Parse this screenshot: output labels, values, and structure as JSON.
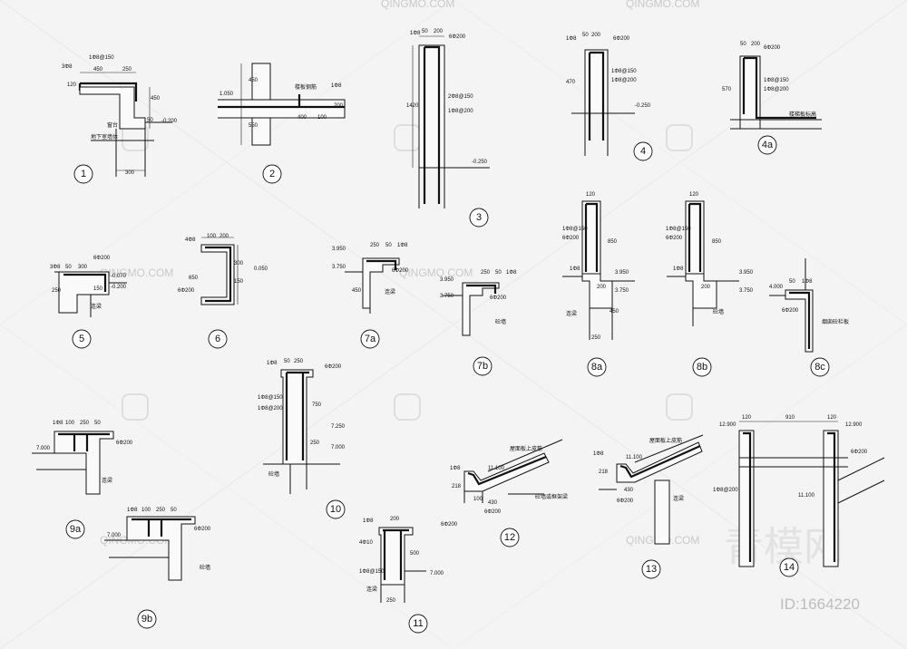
{
  "sheet": {
    "id_label": "ID:1664220",
    "watermark": "QINGMO.COM",
    "logo_text": "青模网"
  },
  "details": [
    {
      "id": "1",
      "label": "1",
      "notes": [
        "1Φ8@150",
        "3Φ8",
        "450",
        "250",
        "120",
        "450",
        "50",
        "窗台",
        "-0.200",
        "地下室墙体",
        "300"
      ]
    },
    {
      "id": "2",
      "label": "2",
      "notes": [
        "1.050",
        "楼板钢筋",
        "1Φ8",
        "450",
        "550",
        "400",
        "100",
        "200"
      ]
    },
    {
      "id": "3",
      "label": "3",
      "notes": [
        "1Φ8",
        "50",
        "200",
        "6Φ200",
        "1420",
        "2Φ8@150",
        "1Φ8@200",
        "-0.250"
      ]
    },
    {
      "id": "4",
      "label": "4",
      "notes": [
        "1Φ8",
        "50",
        "200",
        "6Φ200",
        "470",
        "1Φ8@150",
        "1Φ8@200",
        "-0.250"
      ]
    },
    {
      "id": "4a",
      "label": "4a",
      "notes": [
        "50",
        "200",
        "6Φ200",
        "570",
        "1Φ8@150",
        "1Φ8@200",
        "楼梯板标高"
      ]
    },
    {
      "id": "5",
      "label": "5",
      "notes": [
        "3Φ8",
        "6Φ200",
        "50",
        "300",
        "250",
        "150",
        "-0.070",
        "-0.200",
        "连梁"
      ]
    },
    {
      "id": "6",
      "label": "6",
      "notes": [
        "4Φ8",
        "100",
        "200",
        "6Φ200",
        "300",
        "150",
        "650",
        "0.050"
      ]
    },
    {
      "id": "7a",
      "label": "7a",
      "notes": [
        "3.950",
        "3.750",
        "250",
        "50",
        "1Φ8",
        "6Φ200",
        "450",
        "连梁"
      ]
    },
    {
      "id": "7b",
      "label": "7b",
      "notes": [
        "3.950",
        "3.750",
        "250",
        "50",
        "1Φ8",
        "6Φ200",
        "砼墙"
      ]
    },
    {
      "id": "8a",
      "label": "8a",
      "notes": [
        "120",
        "1Φ8@150",
        "6Φ200",
        "850",
        "1Φ8",
        "3.950",
        "3.750",
        "200",
        "450",
        "连梁",
        "250"
      ]
    },
    {
      "id": "8b",
      "label": "8b",
      "notes": [
        "120",
        "1Φ8@150",
        "6Φ200",
        "850",
        "1Φ8",
        "3.950",
        "3.750",
        "200",
        "砼墙"
      ]
    },
    {
      "id": "8c",
      "label": "8c",
      "notes": [
        "4.000",
        "50",
        "1Φ8",
        "6Φ200",
        "烟囱砼栏板"
      ]
    },
    {
      "id": "9a",
      "label": "9a",
      "notes": [
        "1Φ8",
        "100",
        "250",
        "50",
        "7.000",
        "6Φ200",
        "连梁"
      ]
    },
    {
      "id": "9b",
      "label": "9b",
      "notes": [
        "1Φ8",
        "100",
        "250",
        "50",
        "7.000",
        "6Φ200",
        "砼墙"
      ]
    },
    {
      "id": "10",
      "label": "10",
      "notes": [
        "1Φ8",
        "50",
        "250",
        "6Φ200",
        "1Φ8@150",
        "1Φ8@200",
        "750",
        "7.250",
        "7.000",
        "250",
        "砼墙"
      ]
    },
    {
      "id": "11",
      "label": "11",
      "notes": [
        "1Φ8",
        "200",
        "6Φ200",
        "4Φ10",
        "1Φ8@150",
        "500",
        "7.000",
        "连梁",
        "250"
      ]
    },
    {
      "id": "12",
      "label": "12",
      "notes": [
        "屋面板上皮筋",
        "11.100",
        "1Φ8",
        "218",
        "100",
        "430",
        "6Φ200",
        "砼墙或框架梁"
      ]
    },
    {
      "id": "13",
      "label": "13",
      "notes": [
        "屋面板上皮筋",
        "11.100",
        "1Φ8",
        "218",
        "430",
        "6Φ200",
        "连梁"
      ]
    },
    {
      "id": "14",
      "label": "14",
      "notes": [
        "12.900",
        "120",
        "910",
        "120",
        "12.900",
        "6Φ200",
        "1Φ8@200",
        "11.100"
      ]
    }
  ]
}
